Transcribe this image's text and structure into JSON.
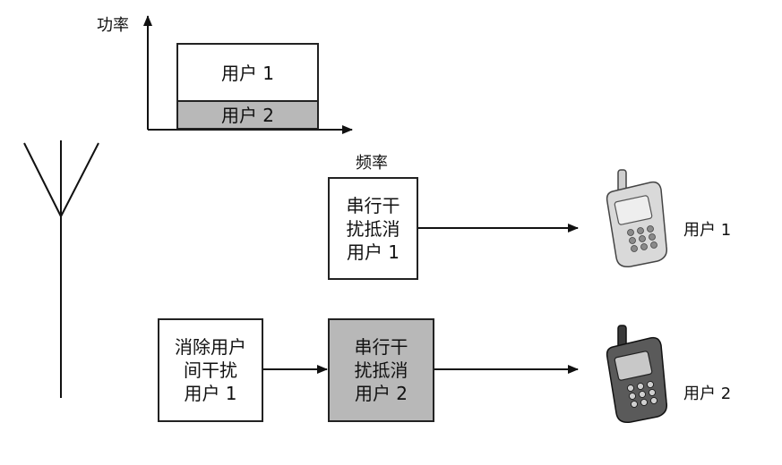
{
  "chart": {
    "y_axis_label": "功率",
    "x_axis_label": "频率",
    "user1_label": "用户 1",
    "user2_label": "用户 2"
  },
  "sic1": {
    "line1": "串行干",
    "line2": "扰抵消",
    "line3": "用户 1"
  },
  "cancel": {
    "line1": "消除用户",
    "line2": "间干扰",
    "line3": "用户 1"
  },
  "sic2": {
    "line1": "串行干",
    "line2": "扰抵消",
    "line3": "用户 2"
  },
  "phone1_label": "用户 1",
  "phone2_label": "用户 2",
  "colors": {
    "user2_fill": "#b8b8b8",
    "phone1_body": "#d9d9d9",
    "phone2_body": "#5a5a5a"
  }
}
